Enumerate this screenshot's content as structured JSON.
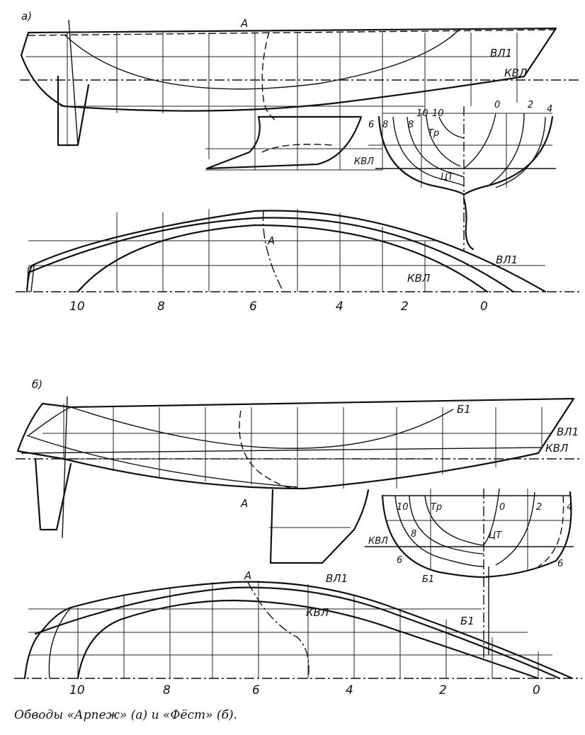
{
  "caption": "Обводы «Арпеж» (а) и «Фёст» (б).",
  "figure_a": {
    "tag": "а)",
    "label_A_top": "А",
    "label_A_bottom": "А",
    "label_VL1_top": "ВЛ1",
    "label_KVL_top": "КВЛ",
    "label_VL1_bottom": "ВЛ1",
    "label_KVL_bottom": "КВЛ",
    "section": {
      "n0": "0",
      "n2": "2",
      "n4": "4",
      "n6": "6",
      "n8a": "8",
      "n8b": "8",
      "n10a": "10",
      "n10b": "10",
      "tr": "Тр",
      "ct": "ЦТ",
      "kvl": "КВЛ"
    },
    "stations": [
      "10",
      "8",
      "6",
      "4",
      "2",
      "0"
    ]
  },
  "figure_b": {
    "tag": "б)",
    "label_B1_top": "Б1",
    "label_VL1_top": "ВЛ1",
    "label_KVL_top": "КВЛ",
    "label_A_top": "А",
    "label_A_bottom": "А",
    "label_VL1_bottom": "ВЛ1",
    "label_KVL_bottom": "КВЛ",
    "label_B1_bottom": "Б1",
    "section": {
      "n10": "10",
      "tr": "Тр",
      "n0": "0",
      "n2": "2",
      "n4": "4",
      "kvl": "КВЛ",
      "n8": "8",
      "ct": "ЦТ",
      "n6a": "6",
      "n6b": "6",
      "b1": "Б1"
    },
    "stations": [
      "10",
      "8",
      "6",
      "4",
      "2",
      "0"
    ]
  }
}
